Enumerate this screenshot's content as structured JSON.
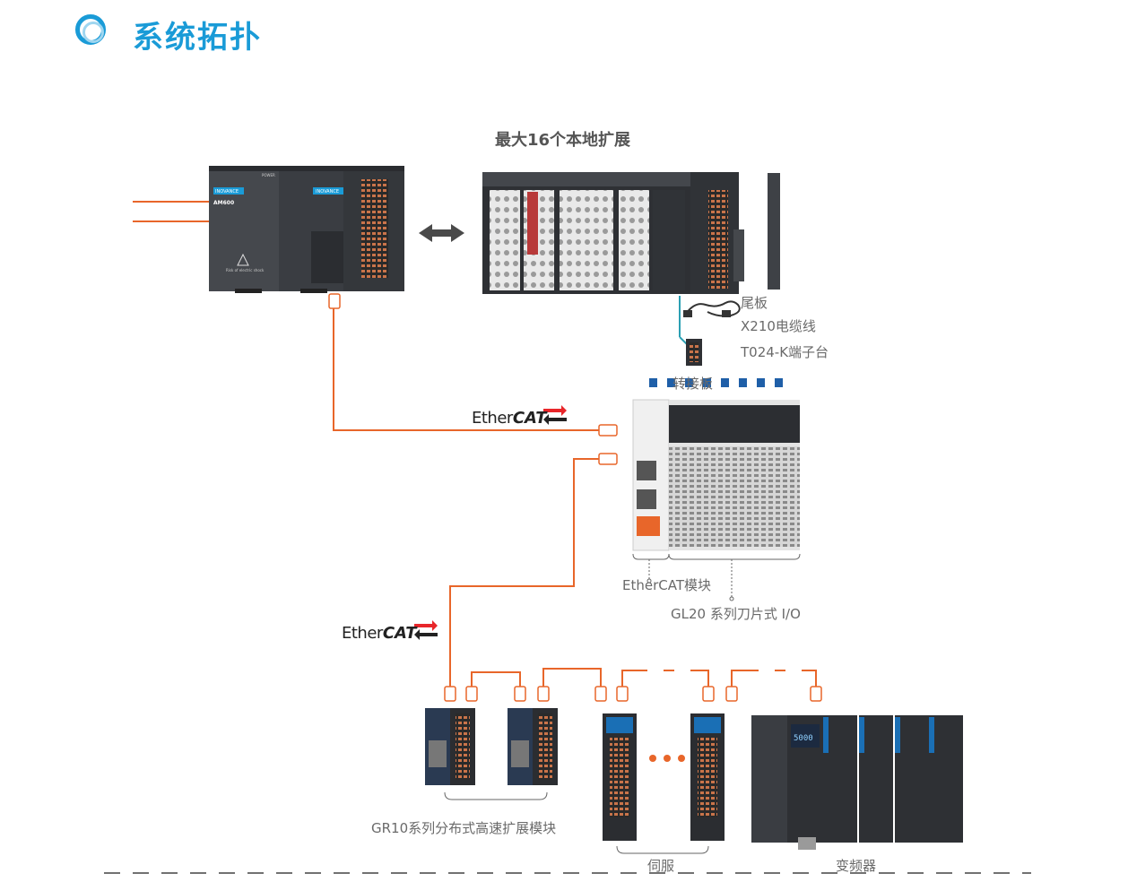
{
  "header": {
    "title": "系统拓扑"
  },
  "labels": {
    "expansion_max": "最大16个本地扩展",
    "tail_board": "尾板",
    "cable": "X210电缆线",
    "terminal": "T024-K端子台",
    "adapter_board": "转接板",
    "ethercat_module": "EtherCAT模块",
    "gl20_io": "GL20 系列刀片式 I/O",
    "gr10_module": "GR10系列分布式高速扩展模块",
    "servo": "伺服",
    "inverter": "变频器"
  },
  "devices": {
    "brand": "INOVANCE",
    "plc_model": "AM600",
    "plc_warning": "Risk of electric shock",
    "plc_power": "POWER",
    "drive_display": "5000"
  },
  "protocol": {
    "ether": "Ether",
    "cat": "CAT"
  },
  "colors": {
    "accent": "#1a9bd7",
    "link": "#e8662a",
    "device": "#3c3f44",
    "text": "#6a6a6a"
  }
}
